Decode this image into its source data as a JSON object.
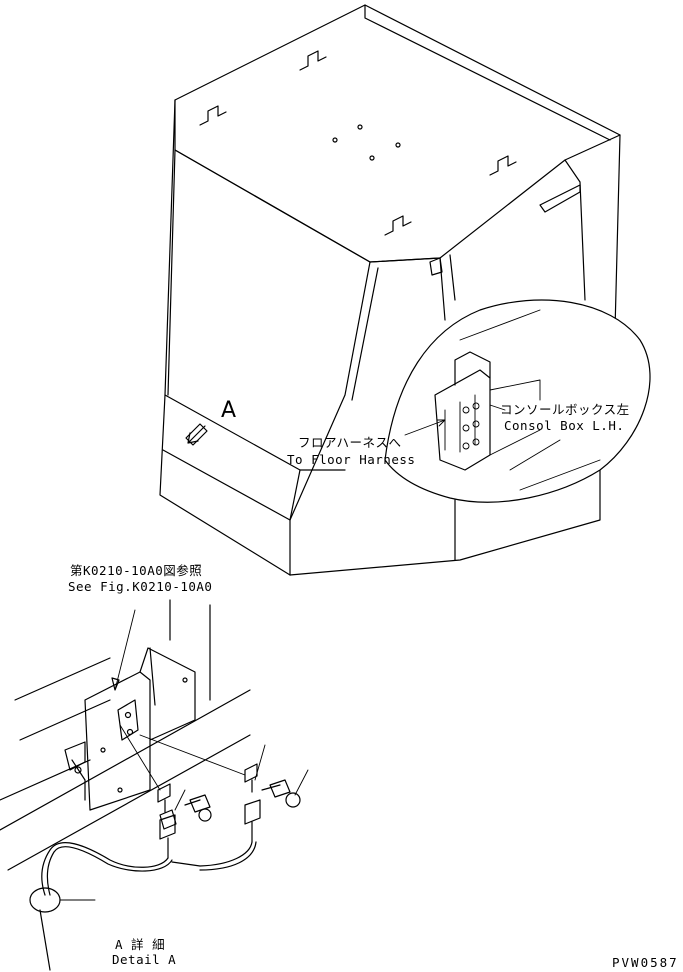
{
  "labels": {
    "view_marker": "A",
    "harness_jp": "フロアハーネスへ",
    "harness_en": "To Floor Harness",
    "console_jp": "コンソールボックス左",
    "console_en": "Consol Box L.H.",
    "ref_jp": "第K0210-10A0図参照",
    "ref_en": "See Fig.K0210-10A0",
    "detail_jp": "A 詳 細",
    "detail_en": "Detail A",
    "drawing_no": "PVW0587"
  }
}
